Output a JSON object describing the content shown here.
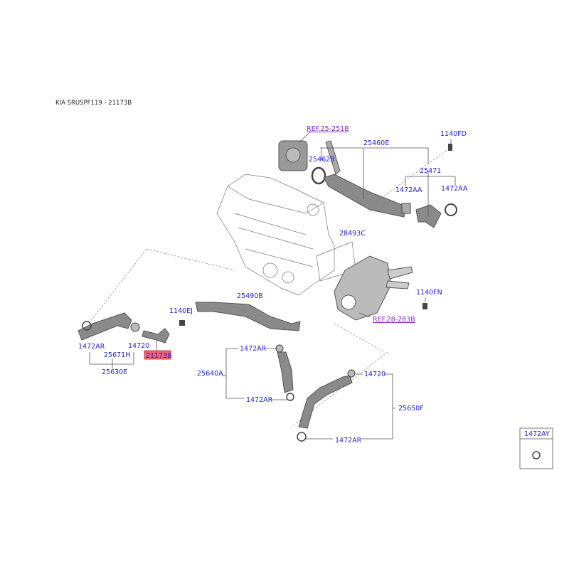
{
  "title": "KIA SRUSPF119 - 21173B",
  "colors": {
    "label": "#1f1fe0",
    "ref": "#8a1fd0",
    "highlight": "#f06070"
  },
  "labels": {
    "ref_25_251b": "REF.25-251B",
    "p25460e": "25460E",
    "p1140fd": "1140FD",
    "p25462b": "25462B",
    "p25471": "25471",
    "p1472aa_1": "1472AA",
    "p1472aa_2": "1472AA",
    "p28493c": "28493C",
    "p25490b": "25490B",
    "p1140ej": "1140EJ",
    "p1140fn": "1140FN",
    "ref_28_283b": "REF.28-283B",
    "p1472ar_1": "1472AR",
    "p25671h": "25671H",
    "p14720_1": "14720",
    "p21173b": "21173B",
    "p25630e": "25630E",
    "p1472ar_2": "1472AR",
    "p25640a": "25640A",
    "p1472ar_3": "1472AR",
    "p14720_2": "14720",
    "p25650f": "25650F",
    "p1472ar_4": "1472AR"
  },
  "legend": {
    "part": "1472AY"
  }
}
